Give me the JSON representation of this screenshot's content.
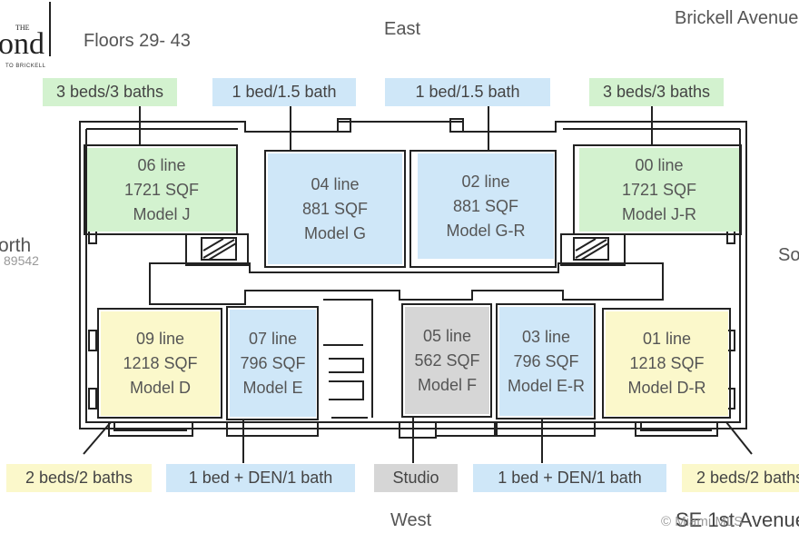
{
  "header": {
    "logo_the": "THE",
    "logo_word": "ond",
    "logo_sub": "TO BRICKELL",
    "floors": "Floors 29- 43",
    "top_street": "Brickell Avenue"
  },
  "compass": {
    "east": "East",
    "west": "West",
    "north": "orth",
    "north_code": "89542",
    "south": "So"
  },
  "footer": {
    "bottom_street": "SE 1st Avenue",
    "watermark": "© Miami MLS"
  },
  "top_tags": [
    {
      "label": "3 beds/3 baths",
      "color": "green"
    },
    {
      "label": "1 bed/1.5 bath",
      "color": "blue"
    },
    {
      "label": "1 bed/1.5 bath",
      "color": "blue"
    },
    {
      "label": "3 beds/3 baths",
      "color": "green"
    }
  ],
  "bottom_tags": [
    {
      "label": "2 beds/2 baths",
      "color": "yellow"
    },
    {
      "label": "1 bed + DEN/1 bath",
      "color": "blue"
    },
    {
      "label": "Studio",
      "color": "gray"
    },
    {
      "label": "1 bed + DEN/1 bath",
      "color": "blue"
    },
    {
      "label": "2 beds/2 baths",
      "color": "yellow"
    }
  ],
  "units": [
    {
      "line": "06 line",
      "sqf": "1721 SQF",
      "model": "Model J"
    },
    {
      "line": "04 line",
      "sqf": "881 SQF",
      "model": "Model G"
    },
    {
      "line": "02 line",
      "sqf": "881 SQF",
      "model": "Model G-R"
    },
    {
      "line": "00 line",
      "sqf": "1721 SQF",
      "model": "Model J-R"
    },
    {
      "line": "09 line",
      "sqf": "1218 SQF",
      "model": "Model D"
    },
    {
      "line": "07 line",
      "sqf": "796 SQF",
      "model": "Model E"
    },
    {
      "line": "05 line",
      "sqf": "562 SQF",
      "model": "Model F"
    },
    {
      "line": "03 line",
      "sqf": "796 SQF",
      "model": "Model E-R"
    },
    {
      "line": "01 line",
      "sqf": "1218 SQF",
      "model": "Model D-R"
    }
  ],
  "colors": {
    "blue": "#cfe7f8",
    "green": "#d3f2cf",
    "yellow": "#fbf8cb",
    "gray": "#d6d6d6",
    "wall": "#222222"
  }
}
